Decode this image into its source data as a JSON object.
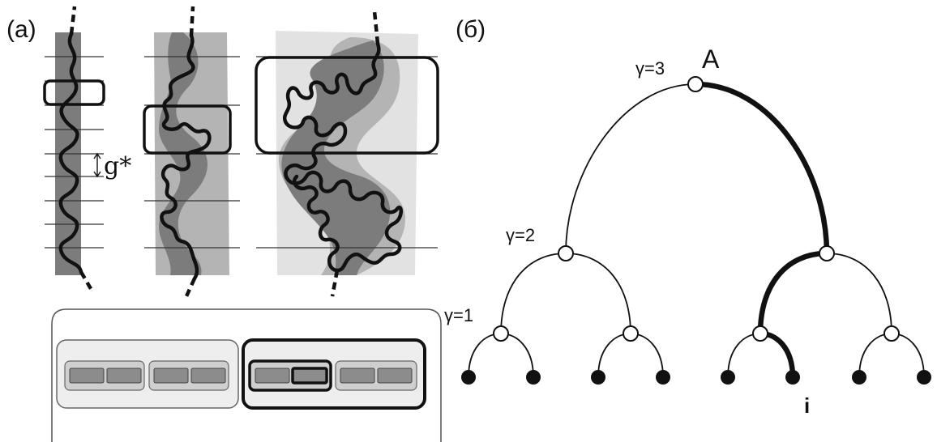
{
  "panel_a": {
    "label": "(a)",
    "g_label": "g*"
  },
  "panel_b": {
    "label": "(б)",
    "root_label": "A",
    "leaf_label": "i",
    "levels": [
      "γ=3",
      "γ=2",
      "γ=1"
    ]
  },
  "colors": {
    "ink": "#111111",
    "dark_band": "#7c7c7c",
    "mid_band": "#b4b4b4",
    "light_band": "#e2e2e2",
    "box_fill": "#eeeeee",
    "inner_box": "#cfcfcf",
    "cell": "#8c8c8c"
  }
}
